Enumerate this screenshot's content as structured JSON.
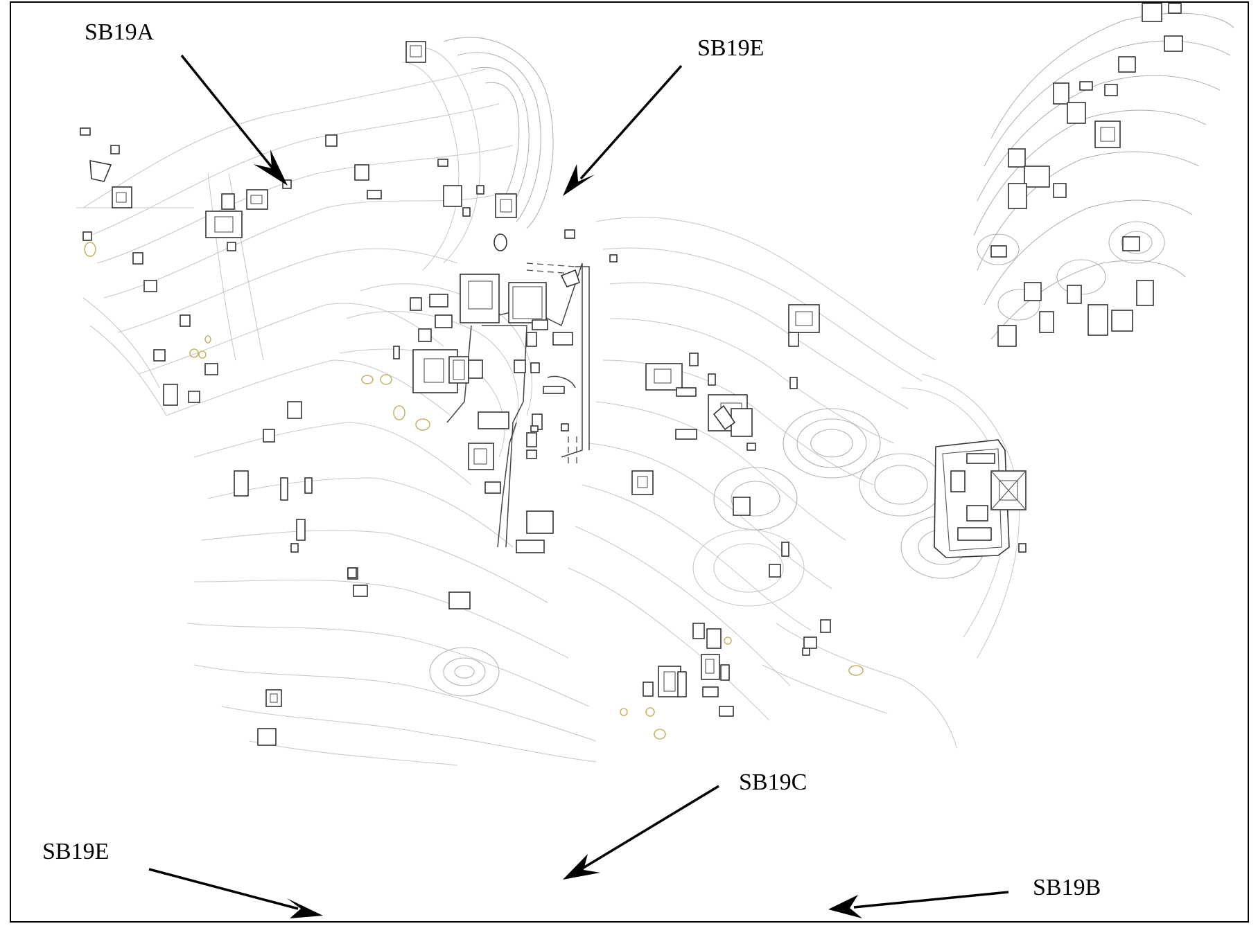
{
  "map": {
    "labels": {
      "sb19a_top": "SB19A",
      "sb19e_top": "SB19E",
      "sb19c_bottom": "SB19C",
      "sb19e_bottom": "SB19E",
      "sb19b_bottom": "SB19B"
    },
    "colors": {
      "frame": "#000000",
      "contours": "#c9c9c9",
      "structures": "#333333",
      "chultunes": "#c8b36a",
      "arrows": "#000000"
    }
  }
}
